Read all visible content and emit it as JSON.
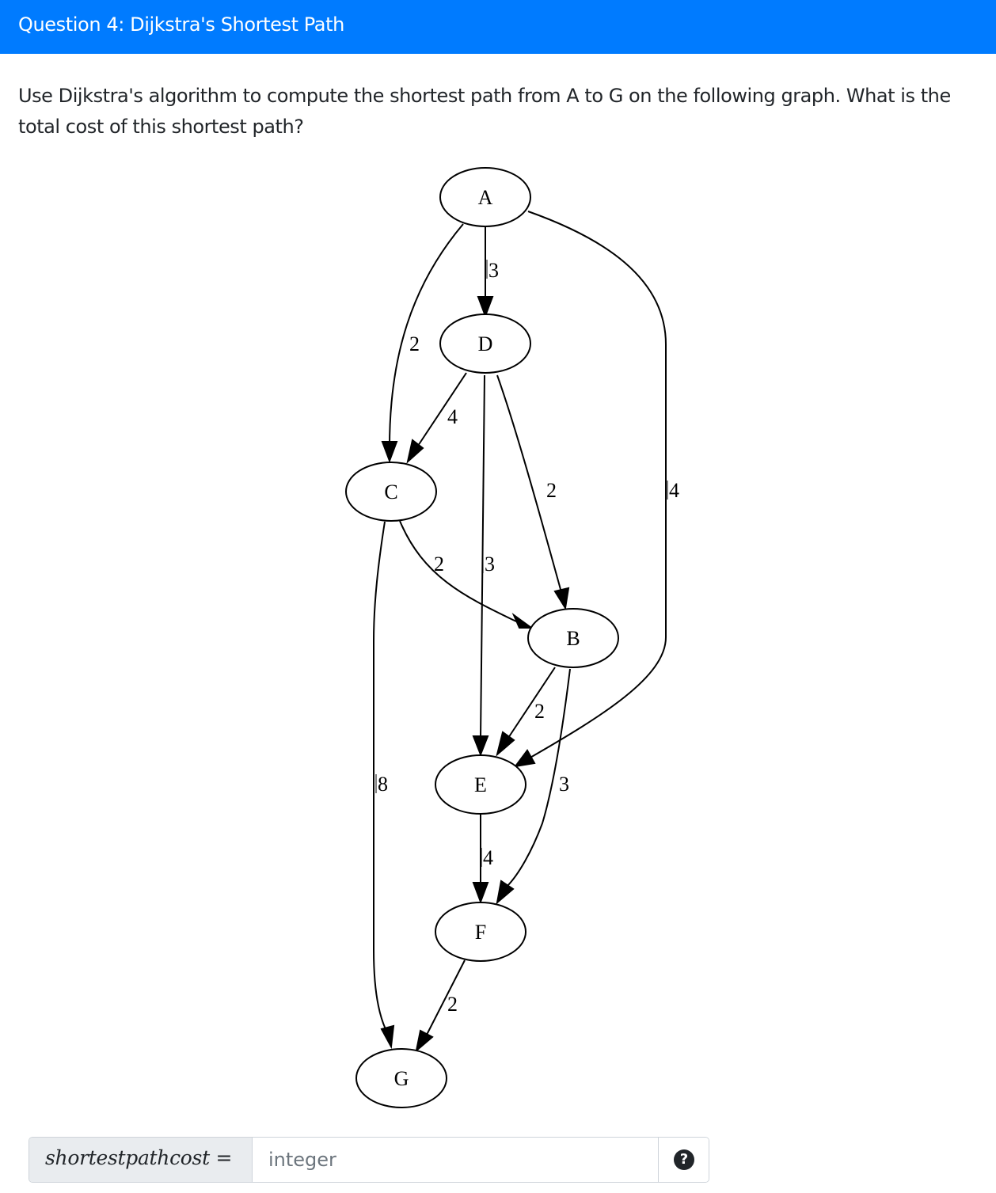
{
  "header": {
    "title": "Question 4: Dijkstra's Shortest Path"
  },
  "question": {
    "text": "Use Dijkstra's algorithm to compute the shortest path from A to G on the following graph. What is the total cost of this shortest path?"
  },
  "graph": {
    "nodes": {
      "A": "A",
      "B": "B",
      "C": "C",
      "D": "D",
      "E": "E",
      "F": "F",
      "G": "G"
    },
    "edges": [
      {
        "from": "A",
        "to": "D",
        "weight": "3"
      },
      {
        "from": "A",
        "to": "C",
        "weight": "2"
      },
      {
        "from": "A",
        "to": "E",
        "weight": "4"
      },
      {
        "from": "D",
        "to": "C",
        "weight": "4"
      },
      {
        "from": "D",
        "to": "E",
        "weight": "3"
      },
      {
        "from": "D",
        "to": "B",
        "weight": "2"
      },
      {
        "from": "C",
        "to": "B",
        "weight": "2"
      },
      {
        "from": "C",
        "to": "G",
        "weight": "8"
      },
      {
        "from": "B",
        "to": "E",
        "weight": "2"
      },
      {
        "from": "B",
        "to": "F",
        "weight": "3"
      },
      {
        "from": "E",
        "to": "F",
        "weight": "4"
      },
      {
        "from": "F",
        "to": "G",
        "weight": "2"
      }
    ]
  },
  "answer": {
    "variable_label": "shortestpathcost =",
    "input_value": "",
    "input_placeholder": "integer",
    "help_icon": "question-circle-icon",
    "help_symbol": "?"
  },
  "colors": {
    "header_background": "#007bff",
    "header_text": "#ffffff",
    "label_background": "#e9ecef",
    "border": "#ced4da"
  }
}
